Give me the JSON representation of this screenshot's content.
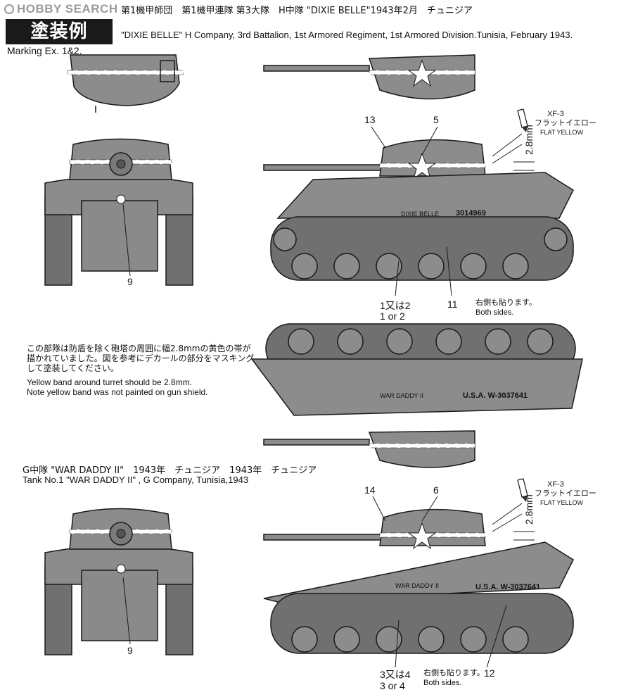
{
  "watermark": "HOBBY SEARCH",
  "marking": {
    "badge": "塗装例 1&2",
    "subtitle": "Marking Ex. 1&2."
  },
  "example1": {
    "title_jp": "第1機甲師団　第1機甲連隊 第3大隊　H中隊 \"DIXIE BELLE\"1943年2月　チュニジア",
    "title_en": "\"DIXIE BELLE\" H Company, 3rd Battalion, 1st Armored Regiment, 1st Armored Division.Tunisia, February 1943.",
    "tank_name": "DIXIE BELLE",
    "serial": "3014969",
    "callouts": [
      "13",
      "5",
      "9",
      "11"
    ],
    "decal_choice_jp": "1又は2",
    "decal_choice_en": "1 or 2",
    "paint_code": "XF-3",
    "paint_jp": "フラットイエロー",
    "paint_en": "FLAT YELLOW",
    "band_width": "2.8mm",
    "both_sides_jp": "右側も貼ります。",
    "both_sides_en": "Both sides."
  },
  "note": {
    "jp_line1": "この部隊は防盾を除く砲塔の周囲に幅2.8mmの黄色の帯が",
    "jp_line2": "描かれていました。図を参考にデカールの部分をマスキング",
    "jp_line3": "して塗装してください。",
    "en_line1": "Yellow band around turret should be 2.8mm.",
    "en_line2": "Note yellow band was not painted on gun shield."
  },
  "hull_left": {
    "name": "WAR DADDY II",
    "serial": "U.S.A. W-3037641"
  },
  "example2": {
    "title_jp": "G中隊 \"WAR DADDY II\"　1943年　チュニジア　1943年　チュニジア",
    "title_en": "Tank No.1 \"WAR DADDY II\" , G Company, Tunisia,1943",
    "tank_name": "WAR DADDY II",
    "serial": "U.S.A. W-3037641",
    "callouts": [
      "14",
      "6",
      "9",
      "12"
    ],
    "decal_choice_jp": "3又は4",
    "decal_choice_en": "3 or 4",
    "paint_code": "XF-3",
    "paint_jp": "フラットイエロー",
    "paint_en": "FLAT YELLOW",
    "band_width": "2.8mm",
    "both_sides_jp": "右側も貼ります。",
    "both_sides_en": "Both sides."
  },
  "colors": {
    "hull": "#8c8c8c",
    "hull_dark": "#6f6f6f",
    "band": "#ffffff",
    "outline": "#1a1a1a"
  }
}
